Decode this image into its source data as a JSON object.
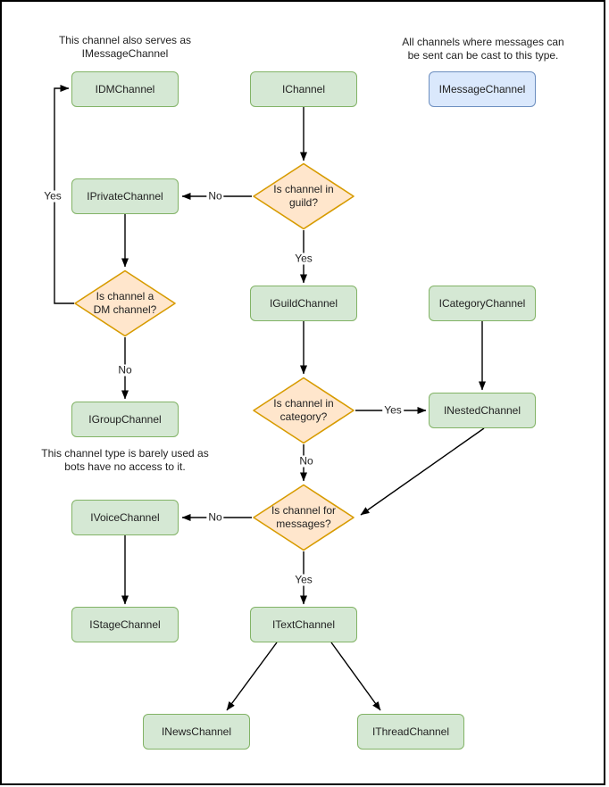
{
  "colors": {
    "node_green_fill": "#d5e8d4",
    "node_green_border": "#82b366",
    "node_blue_fill": "#dae8fc",
    "node_blue_border": "#6c8ebf",
    "decision_fill": "#ffe6cc",
    "decision_border": "#d79b00",
    "edge_color": "#000000",
    "text_color": "#222222",
    "canvas_bg": "#ffffff"
  },
  "annotations": {
    "dm_note": "This channel also serves as\nIMessageChannel",
    "message_note": "All channels where messages can\nbe sent can be cast to this type.",
    "group_note": "This channel type is barely used as\nbots have no access to it."
  },
  "nodes": {
    "idm": {
      "label": "IDMChannel",
      "type": "green-box"
    },
    "ichannel": {
      "label": "IChannel",
      "type": "green-box"
    },
    "imessage": {
      "label": "IMessageChannel",
      "type": "blue-box"
    },
    "iprivate": {
      "label": "IPrivateChannel",
      "type": "green-box"
    },
    "iguild": {
      "label": "IGuildChannel",
      "type": "green-box"
    },
    "icategory": {
      "label": "ICategoryChannel",
      "type": "green-box"
    },
    "igroup": {
      "label": "IGroupChannel",
      "type": "green-box"
    },
    "inested": {
      "label": "INestedChannel",
      "type": "green-box"
    },
    "ivoice": {
      "label": "IVoiceChannel",
      "type": "green-box"
    },
    "istage": {
      "label": "IStageChannel",
      "type": "green-box"
    },
    "itext": {
      "label": "ITextChannel",
      "type": "green-box"
    },
    "inews": {
      "label": "INewsChannel",
      "type": "green-box"
    },
    "ithread": {
      "label": "IThreadChannel",
      "type": "green-box"
    }
  },
  "decisions": {
    "in_guild": {
      "label": "Is channel in\nguild?"
    },
    "is_dm": {
      "label": "Is channel a\nDM channel?"
    },
    "in_category": {
      "label": "Is channel in\ncategory?"
    },
    "for_messages": {
      "label": "Is channel for\nmessages?"
    }
  },
  "edges": [
    {
      "from": "IChannel",
      "to": "Is channel in guild?",
      "label": ""
    },
    {
      "from": "Is channel in guild?",
      "to": "IPrivateChannel",
      "label": "No"
    },
    {
      "from": "Is channel in guild?",
      "to": "IGuildChannel",
      "label": "Yes"
    },
    {
      "from": "IPrivateChannel",
      "to": "Is channel a DM channel?",
      "label": ""
    },
    {
      "from": "Is channel a DM channel?",
      "to": "IDMChannel",
      "label": "Yes"
    },
    {
      "from": "Is channel a DM channel?",
      "to": "IGroupChannel",
      "label": "No"
    },
    {
      "from": "IGuildChannel",
      "to": "Is channel in category?",
      "label": ""
    },
    {
      "from": "ICategoryChannel",
      "to": "INestedChannel",
      "label": ""
    },
    {
      "from": "Is channel in category?",
      "to": "INestedChannel",
      "label": "Yes"
    },
    {
      "from": "Is channel in category?",
      "to": "Is channel for messages?",
      "label": "No"
    },
    {
      "from": "INestedChannel",
      "to": "Is channel for messages?",
      "label": ""
    },
    {
      "from": "Is channel for messages?",
      "to": "IVoiceChannel",
      "label": "No"
    },
    {
      "from": "Is channel for messages?",
      "to": "ITextChannel",
      "label": "Yes"
    },
    {
      "from": "IVoiceChannel",
      "to": "IStageChannel",
      "label": ""
    },
    {
      "from": "ITextChannel",
      "to": "INewsChannel",
      "label": ""
    },
    {
      "from": "ITextChannel",
      "to": "IThreadChannel",
      "label": ""
    }
  ]
}
